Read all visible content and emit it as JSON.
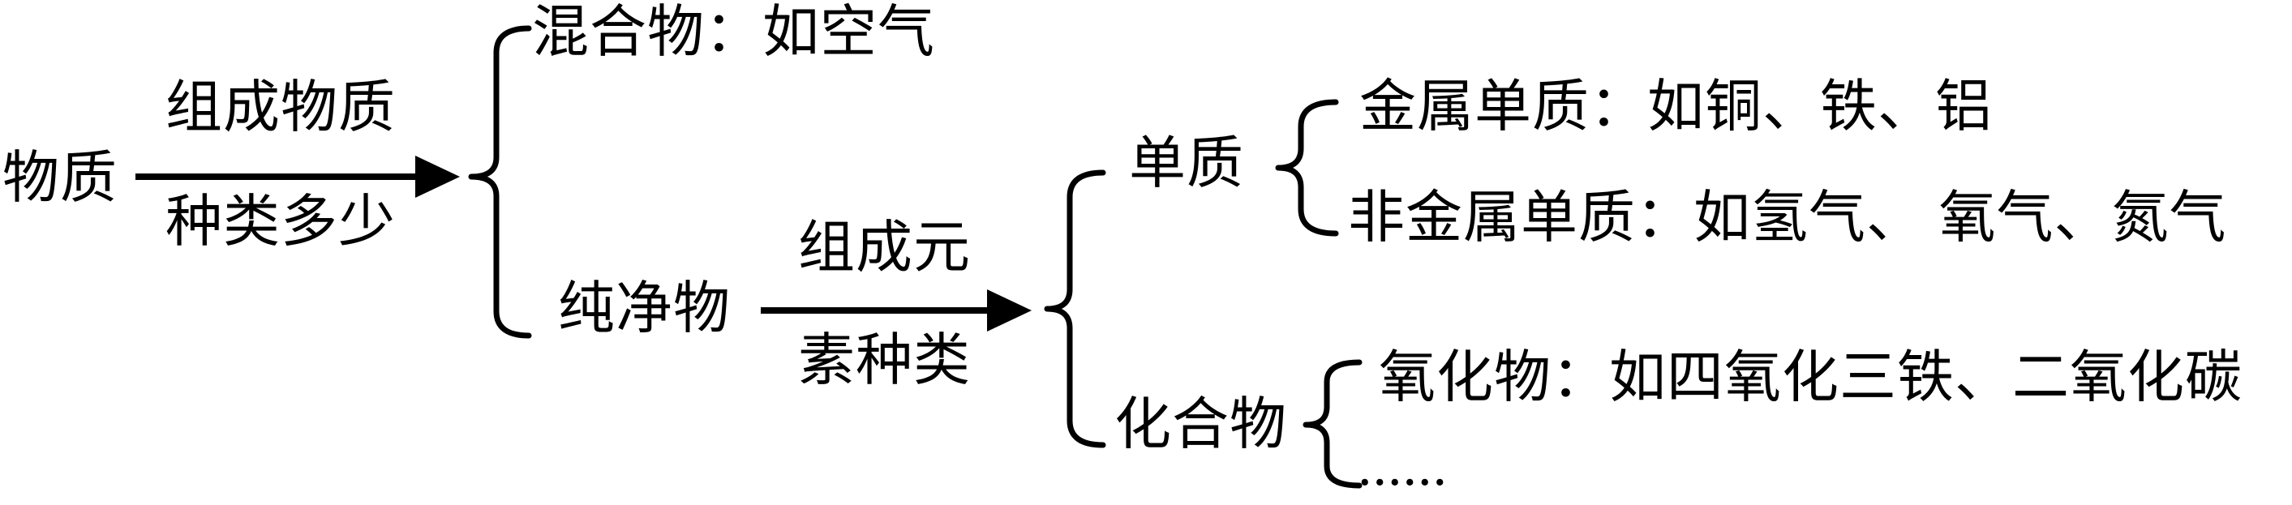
{
  "diagram": {
    "title_hint": "classification-of-matter-tree",
    "root": "物质",
    "arrow1": {
      "label_top": "组成物质",
      "label_bottom": "种类多少"
    },
    "level1": {
      "mixture": "混合物：如空气",
      "pure": "纯净物"
    },
    "arrow2": {
      "label_top": "组成元",
      "label_bottom": "素种类"
    },
    "level2": {
      "element": "单质",
      "compound": "化合物"
    },
    "element_branches": {
      "metal": "金属单质：如铜、铁、铝",
      "nonmetal": "非金属单质：如氢气、 氧气、氮气"
    },
    "compound_branches": {
      "oxide": "氧化物：如四氧化三铁、二氧化碳",
      "ellipsis": "......"
    },
    "colors": {
      "ink": "#000000",
      "background": "#ffffff"
    }
  }
}
